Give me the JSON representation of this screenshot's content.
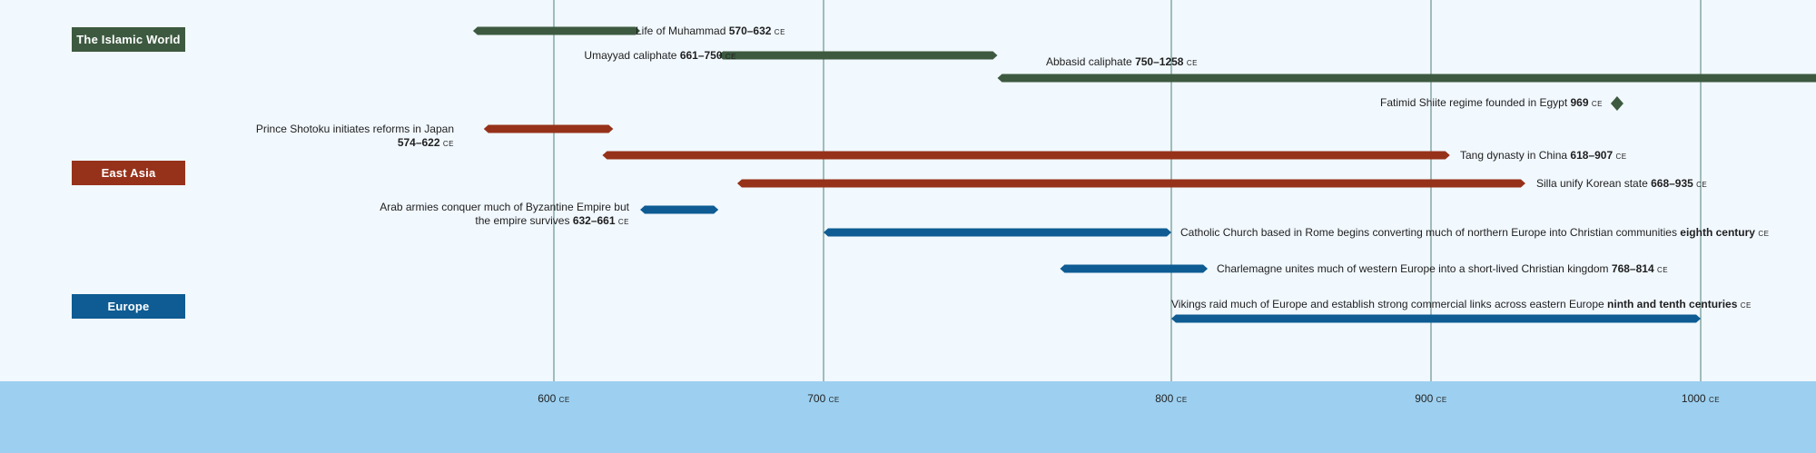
{
  "regions": [
    {
      "name": "The Islamic World",
      "color": "#3d5a40"
    },
    {
      "name": "East Asia",
      "color": "#96321a"
    },
    {
      "name": "Europe",
      "color": "#0e5c93"
    }
  ],
  "axis": {
    "ticks": [
      {
        "year": "600",
        "suffix": "CE"
      },
      {
        "year": "700",
        "suffix": "CE"
      },
      {
        "year": "800",
        "suffix": "CE"
      },
      {
        "year": "900",
        "suffix": "CE"
      },
      {
        "year": "1000",
        "suffix": "CE"
      }
    ]
  },
  "events": [
    {
      "region": 0,
      "type": "bar",
      "start": 570,
      "end": 632,
      "text": "Life of Muhammad",
      "dates": "570–632",
      "suffix": "CE"
    },
    {
      "region": 0,
      "type": "bar",
      "start": 661,
      "end": 750,
      "text": "Umayyad caliphate",
      "dates": "661–750",
      "suffix": "CE"
    },
    {
      "region": 0,
      "type": "bar",
      "start": 750,
      "end": 1258,
      "text": "Abbasid caliphate",
      "dates": "750–1258",
      "suffix": "CE"
    },
    {
      "region": 0,
      "type": "point",
      "start": 969,
      "text": "Fatimid Shiite regime founded in Egypt",
      "dates": "969",
      "suffix": "CE"
    },
    {
      "region": 1,
      "type": "bar",
      "start": 574,
      "end": 622,
      "text": "Prince Shotoku initiates reforms in Japan",
      "dates": "574–622",
      "suffix": "CE"
    },
    {
      "region": 1,
      "type": "bar",
      "start": 618,
      "end": 907,
      "text": "Tang dynasty in China",
      "dates": "618–907",
      "suffix": "CE"
    },
    {
      "region": 1,
      "type": "bar",
      "start": 668,
      "end": 935,
      "text": "Silla unify Korean state",
      "dates": "668–935",
      "suffix": "CE"
    },
    {
      "region": 2,
      "type": "bar",
      "start": 632,
      "end": 661,
      "text": "Arab armies conquer much of Byzantine Empire but the empire survives",
      "dates": "632–661",
      "suffix": "CE"
    },
    {
      "region": 2,
      "type": "bar",
      "start": 700,
      "end": 800,
      "text": "Catholic Church based in Rome begins converting much of northern Europe into Christian communities",
      "dates": "eighth century",
      "suffix": "CE"
    },
    {
      "region": 2,
      "type": "bar",
      "start": 768,
      "end": 814,
      "text": "Charlemagne unites much of western Europe into a short-lived Christian kingdom",
      "dates": "768–814",
      "suffix": "CE"
    },
    {
      "region": 2,
      "type": "bar",
      "start": 800,
      "end": 1000,
      "text": "Vikings raid much of Europe and establish strong commercial links across eastern Europe",
      "dates": "ninth and tenth centuries",
      "suffix": "CE"
    }
  ]
}
